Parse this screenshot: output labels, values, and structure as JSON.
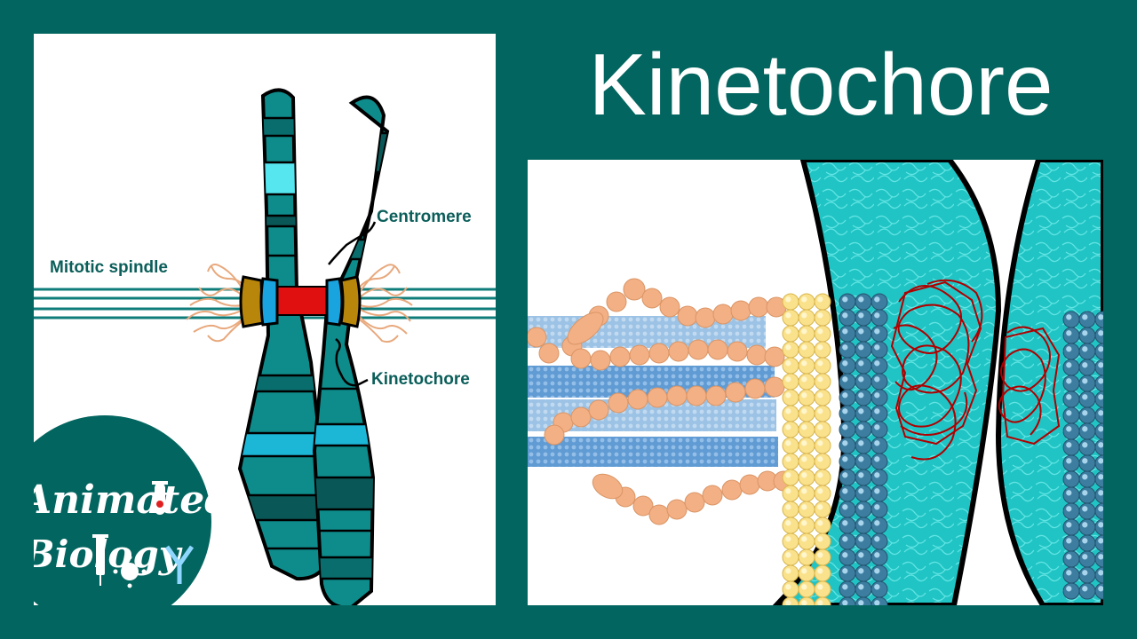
{
  "title": "Kinetochore",
  "labels": {
    "mitotic_spindle": "Mitotic spindle",
    "centromere": "Centromere",
    "kinetochore": "Kinetochore"
  },
  "logo": {
    "line1": "Animated",
    "line2": "Biology"
  },
  "colors": {
    "background": "#03655f",
    "chromatid": "#0e8c8c",
    "chromatid_band_dark": "#0a5757",
    "chromatid_band_light": "#55e6f0",
    "centromere": "#e01010",
    "kinetochore_outer": "#b8860b",
    "kinetochore_inner": "#19a4e0",
    "microtubule": "#8ab8e0",
    "protein_chain": "#f4b085",
    "yellow_layer": "#fae18c",
    "blue_layer": "#3c7da0",
    "chromatin_area": "#20c4c4",
    "dna": "#b00000"
  },
  "icons": [
    "test-tube-icon",
    "virus-icon",
    "syringe-icon",
    "antibody-icon"
  ]
}
